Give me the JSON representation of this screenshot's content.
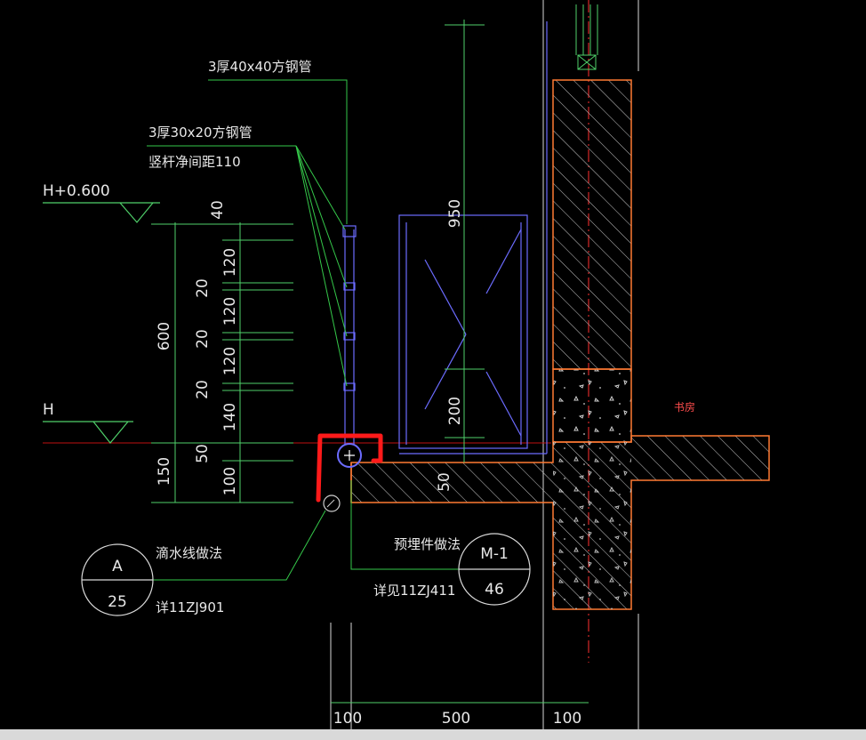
{
  "labels": {
    "square_tube_main": "3厚40x40方钢管",
    "square_tube_sub": "3厚30x20方钢管",
    "baluster_spacing": "竖杆净间距110",
    "level_upper": "H+0.600",
    "level_base": "H",
    "room_name": "书房",
    "drip_line": "滴水线做法",
    "drip_ref": "详11ZJ901",
    "embed_part": "预埋件做法",
    "embed_ref": "详见11ZJ411"
  },
  "callouts": {
    "drip": {
      "top": "A",
      "bottom": "25"
    },
    "embed": {
      "top": "M-1",
      "bottom": "46"
    }
  },
  "dims": {
    "outer_600": "600",
    "outer_150": "150",
    "d40": "40",
    "d120a": "120",
    "d20a": "20",
    "d120b": "120",
    "d20b": "20",
    "d120c": "120",
    "d20c": "20",
    "d140": "140",
    "d50": "50",
    "d100": "100",
    "window_950": "950",
    "window_200": "200",
    "slab_50": "50",
    "bottom_100a": "100",
    "bottom_500": "500",
    "bottom_100b": "100"
  },
  "colors": {
    "background": "#000000",
    "dimension_lines": "#4fd06a",
    "leader_lines": "#35c84a",
    "wall_outline": "#ff7a33",
    "window_lines": "#6c6cff",
    "red_markup": "#ff1a1a",
    "hatch": "#d0d0d0",
    "text": "#e8e8e8"
  }
}
